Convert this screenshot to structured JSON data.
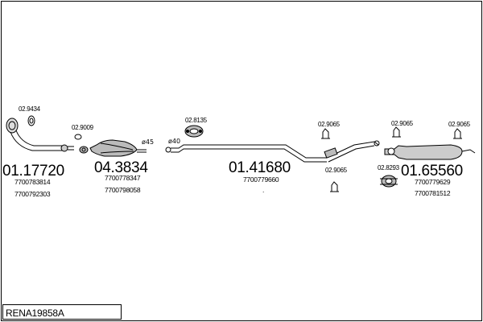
{
  "reference": "RENA19858A",
  "parts": [
    {
      "id": "front-pipe",
      "number": "01.17720",
      "oem": [
        "7700783814",
        "7700792303"
      ]
    },
    {
      "id": "catalyst",
      "number": "04.3834",
      "oem": [
        "7700778347",
        "7700798058"
      ]
    },
    {
      "id": "middle-pipe",
      "number": "01.41680",
      "oem": [
        "7700779660"
      ]
    },
    {
      "id": "rear-silencer",
      "number": "01.65560",
      "oem": [
        "7700779629",
        "7700781512"
      ]
    }
  ],
  "fittings": {
    "gasket_front": "02.9434",
    "clamp_cat": "02.9009",
    "gasket_ring": "02.8135",
    "hanger_mid_top": "02.9065",
    "hanger_mid_bottom": "02.9065",
    "hanger_rear_a": "02.9065",
    "hanger_rear_b": "02.9065",
    "clamp_rear": "02.8293"
  },
  "diameters": {
    "d1": "ø45",
    "d2": "ø40"
  },
  "dot": "."
}
